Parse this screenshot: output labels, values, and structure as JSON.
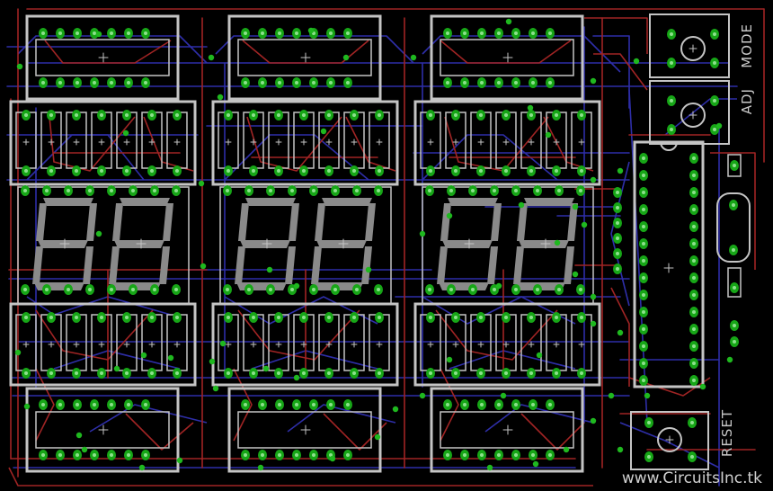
{
  "board": {
    "labels": {
      "mode": "MODE",
      "adj": "ADJ",
      "reset": "RESET"
    },
    "watermark": "www.CircuitsInc.tk"
  },
  "colors": {
    "background": "#000000",
    "silkscreen": "#c4c4c4",
    "top_trace": "#a02424",
    "bottom_trace": "#2e2ea8",
    "pad": "#17a617",
    "pad_hole": "#8de08d",
    "via": "#1fb81f"
  },
  "components": {
    "digit_displays": 6,
    "ic_sockets": 6,
    "resistor_arrays": 6,
    "pushbuttons": [
      "MODE",
      "ADJ",
      "RESET"
    ],
    "microcontroller": 1,
    "crystal": 1
  }
}
